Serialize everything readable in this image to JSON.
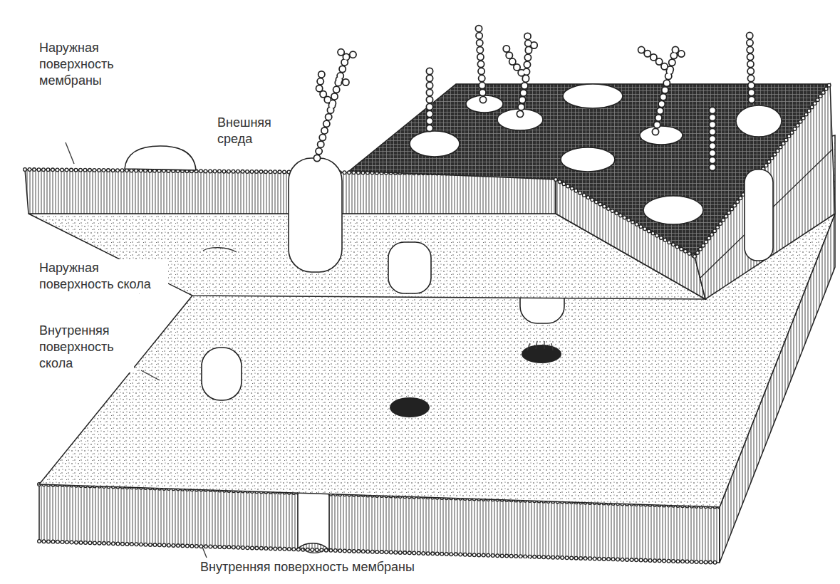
{
  "diagram": {
    "labels": [
      "Наружная поверхность мембраны",
      "Внешняя среда",
      "Наружная поверхность скола",
      "Внутренняя поверхность скола",
      "Внутренняя поверхность мембраны"
    ]
  }
}
